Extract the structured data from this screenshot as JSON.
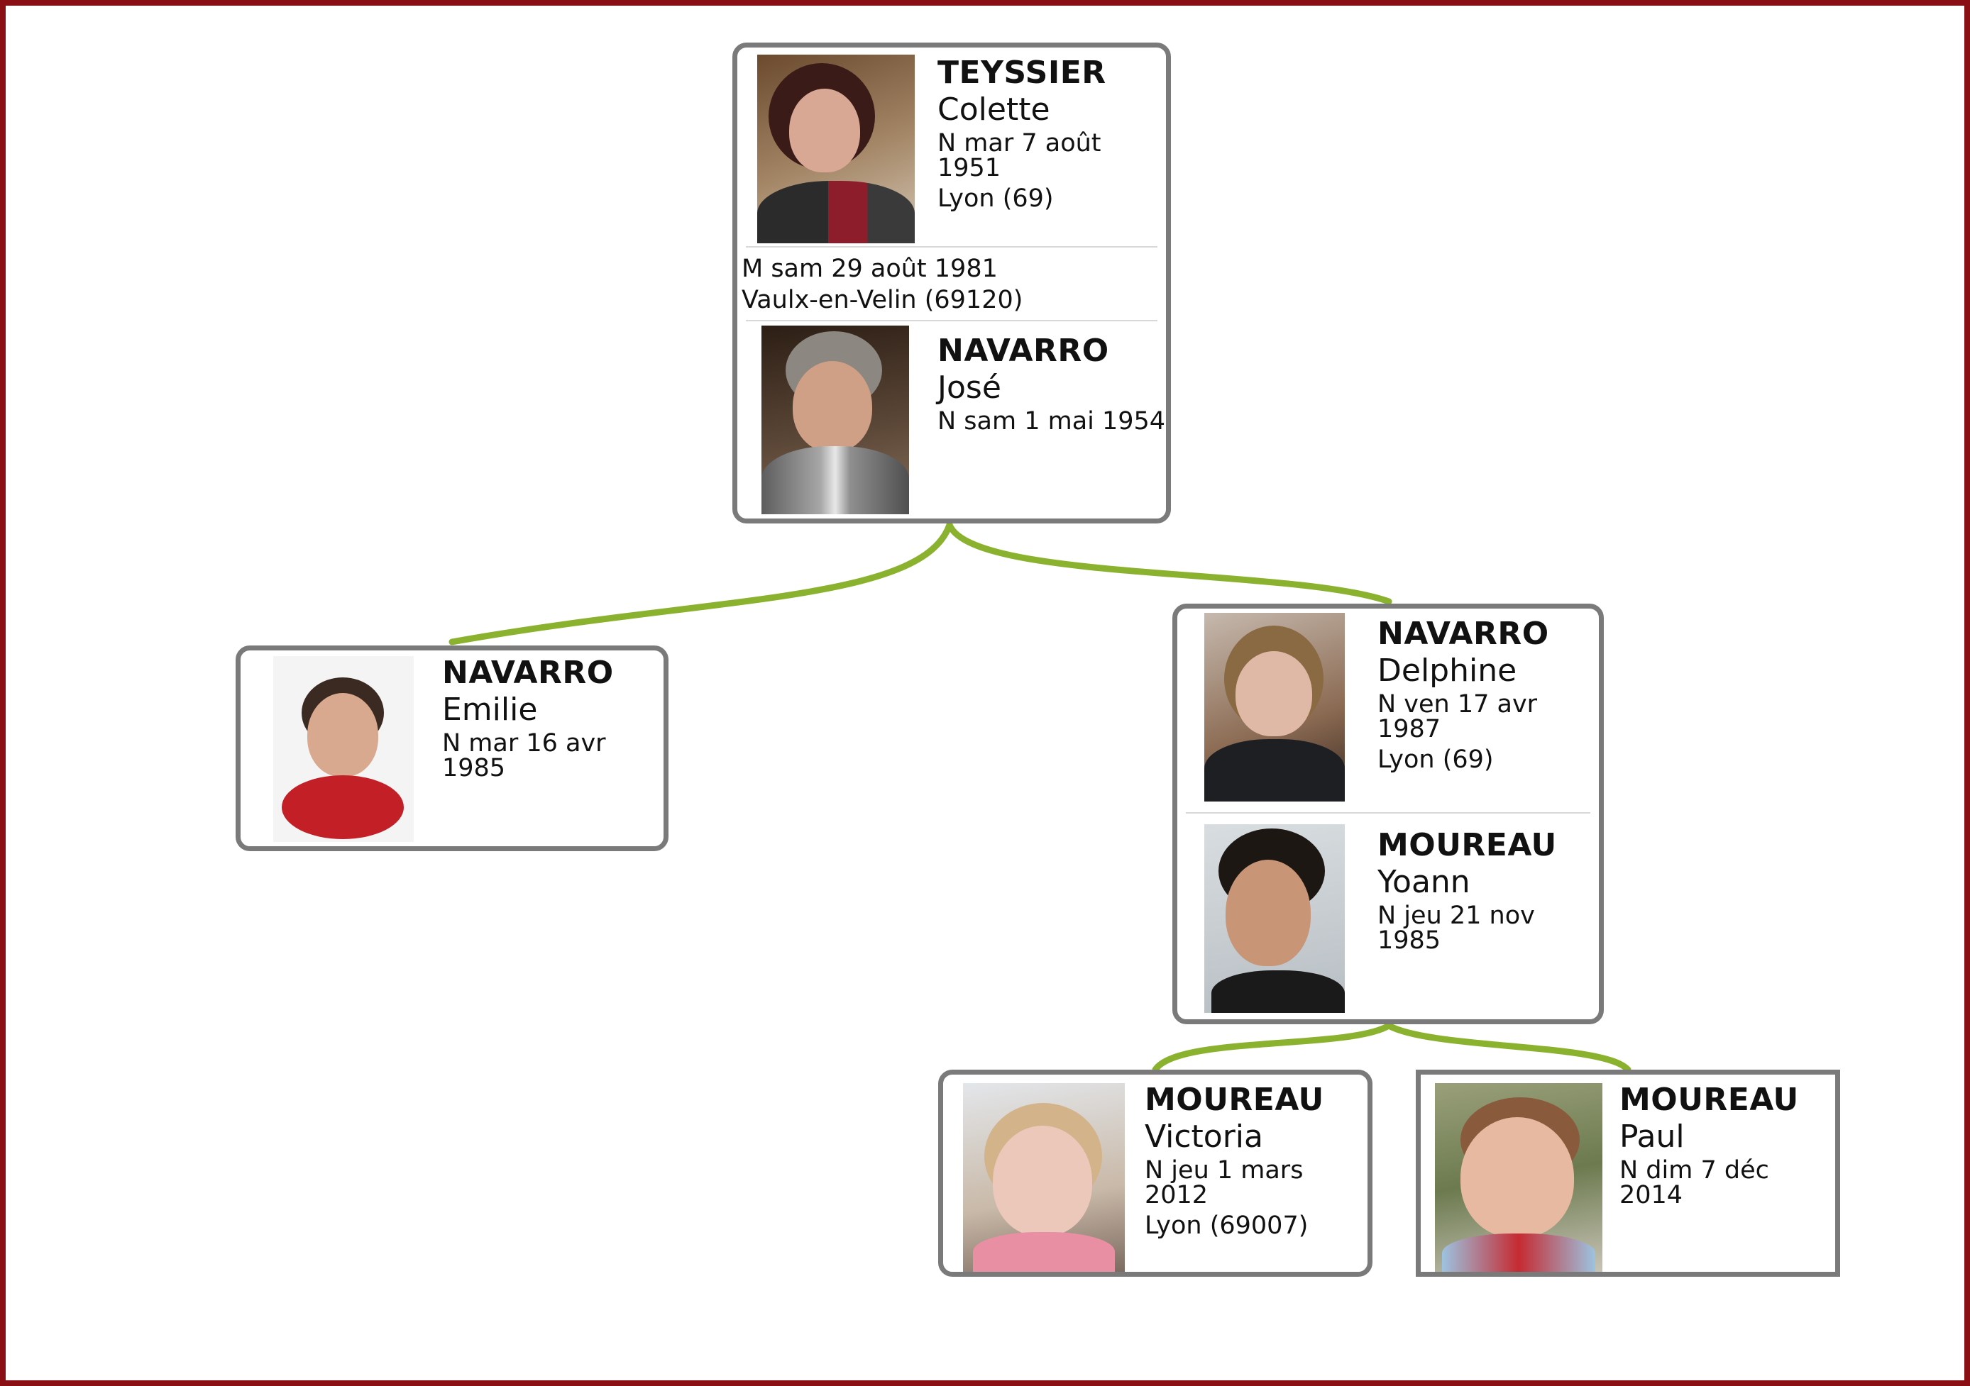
{
  "links_color": "#8ab22e",
  "frame_color": "#8a0f14",
  "couple_top": {
    "person1": {
      "surname": "TEYSSIER",
      "given": "Colette",
      "birth": "N mar 7 août 1951",
      "place": "Lyon (69)",
      "photo": "colette-photo"
    },
    "marriage": {
      "date": "M sam 29 août 1981",
      "place": "Vaulx-en-Velin (69120)"
    },
    "person2": {
      "surname": "NAVARRO",
      "given": "José",
      "birth": "N sam 1 mai 1954",
      "photo": "jose-photo"
    }
  },
  "child_emilie": {
    "surname": "NAVARRO",
    "given": "Emilie",
    "birth": "N mar 16 avr 1985",
    "photo": "emilie-photo"
  },
  "couple_delphine": {
    "person1": {
      "surname": "NAVARRO",
      "given": "Delphine",
      "birth": "N ven 17 avr 1987",
      "place": "Lyon (69)",
      "photo": "delphine-photo"
    },
    "person2": {
      "surname": "MOUREAU",
      "given": "Yoann",
      "birth": "N jeu 21 nov 1985",
      "photo": "yoann-photo"
    }
  },
  "child_victoria": {
    "surname": "MOUREAU",
    "given": "Victoria",
    "birth": "N jeu 1 mars 2012",
    "place": "Lyon (69007)",
    "photo": "victoria-photo"
  },
  "child_paul": {
    "surname": "MOUREAU",
    "given": "Paul",
    "birth": "N dim 7 déc 2014",
    "photo": "paul-photo"
  }
}
